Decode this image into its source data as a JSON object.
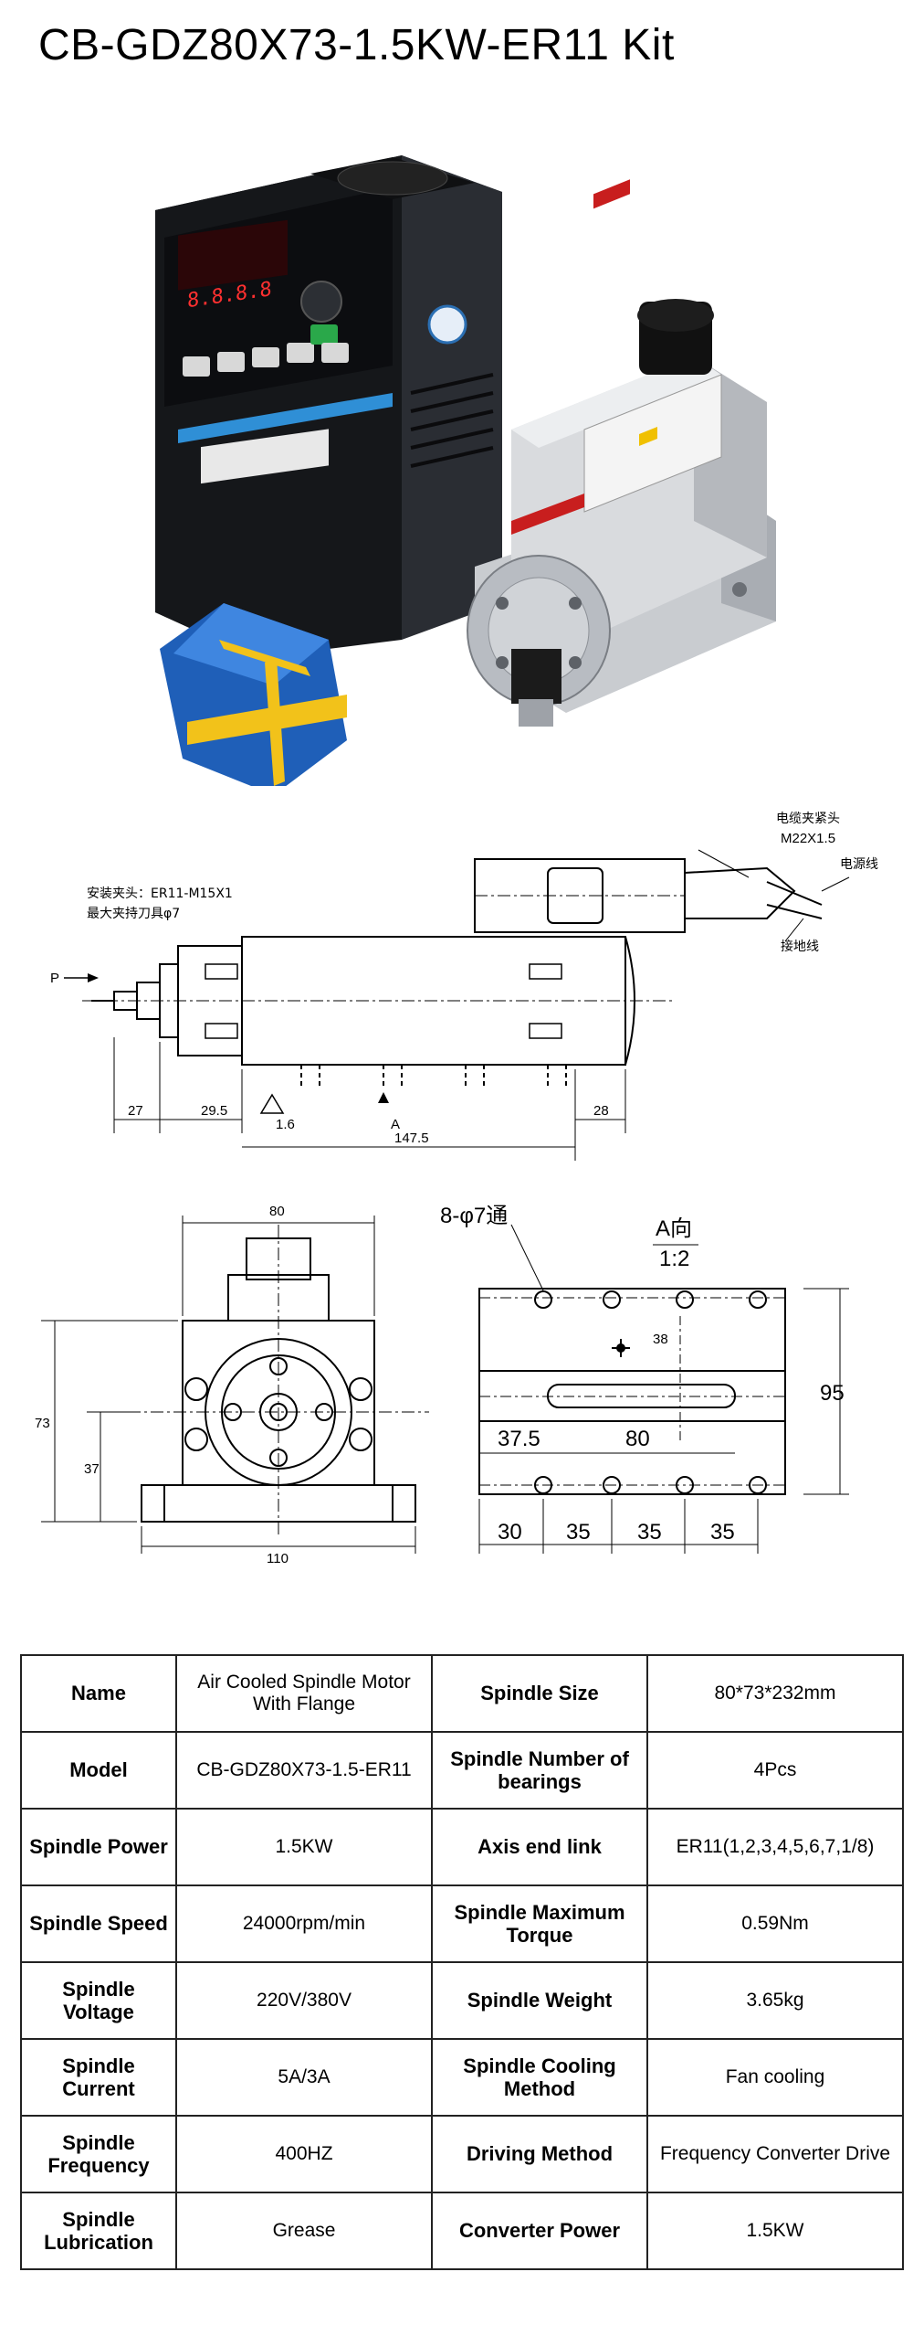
{
  "page": {
    "title": "CB-GDZ80X73-1.5KW-ER11 Kit"
  },
  "drawing_side": {
    "collet_note_1": "安装夹头：ER11-M15X1",
    "collet_note_2": "最大夹持刀具φ7",
    "label_p": "P",
    "label_cable_head": "电缆夹紧头",
    "label_thread": "M22X1.5",
    "label_power_line": "电源线",
    "label_ground_line": "接地线",
    "dim_27": "27",
    "dim_29_5": "29.5",
    "dim_1_6": "1.6",
    "dim_a": "A",
    "dim_147_5": "147.5",
    "dim_28": "28"
  },
  "drawing_front": {
    "dim_80": "80",
    "dim_73": "73",
    "dim_37": "37",
    "dim_110": "110"
  },
  "drawing_base": {
    "hole_note": "8-φ7通",
    "view_label": "A向",
    "scale": "1:2",
    "dim_38": "38",
    "dim_37_5": "37.5",
    "dim_80": "80",
    "dim_95": "95",
    "dim_30": "30",
    "dim_35a": "35",
    "dim_35b": "35",
    "dim_35c": "35"
  },
  "specs": [
    {
      "k1": "Name",
      "v1": "Air Cooled Spindle Motor With Flange",
      "k2": "Spindle Size",
      "v2": "80*73*232mm"
    },
    {
      "k1": "Model",
      "v1": "CB-GDZ80X73-1.5-ER11",
      "k2": "Spindle Number of bearings",
      "v2": "4Pcs"
    },
    {
      "k1": "Spindle Power",
      "v1": "1.5KW",
      "k2": "Axis end link",
      "v2": "ER11(1,2,3,4,5,6,7,1/8)"
    },
    {
      "k1": "Spindle Speed",
      "v1": "24000rpm/min",
      "k2": "Spindle Maximum Torque",
      "v2": "0.59Nm"
    },
    {
      "k1": "Spindle Voltage",
      "v1": "220V/380V",
      "k2": "Spindle Weight",
      "v2": "3.65kg"
    },
    {
      "k1": "Spindle Current",
      "v1": "5A/3A",
      "k2": "Spindle Cooling Method",
      "v2": "Fan cooling"
    },
    {
      "k1": "Spindle Frequency",
      "v1": "400HZ",
      "k2": "Driving Method",
      "v2": "Frequency Converter Drive"
    },
    {
      "k1": "Spindle Lubrication",
      "v1": "Grease",
      "k2": "Converter Power",
      "v2": "1.5KW"
    }
  ]
}
